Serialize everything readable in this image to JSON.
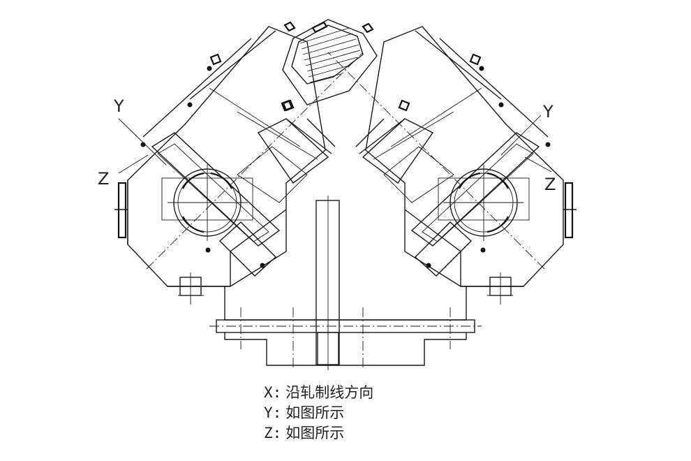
{
  "labels": {
    "y_left": "Y",
    "y_right": "Y",
    "z_left": "Z",
    "z_right": "Z"
  },
  "legend": [
    {
      "key": "X:",
      "text": "沿轧制线方向"
    },
    {
      "key": "Y:",
      "text": "如图所示"
    },
    {
      "key": "Z:",
      "text": "如图所示"
    }
  ],
  "colors": {
    "line": "#1a1a1a",
    "background": "#ffffff"
  }
}
